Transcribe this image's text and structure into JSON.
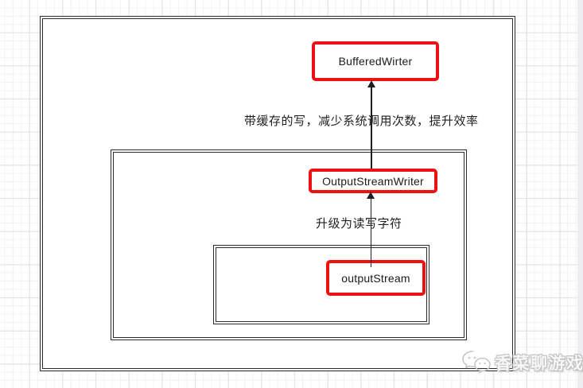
{
  "diagram": {
    "nodes": {
      "buffered_writer": {
        "label": "BufferedWirter"
      },
      "output_stream_writer": {
        "label": "OutputStreamWriter"
      },
      "output_stream": {
        "label": "outputStream"
      }
    },
    "annotations": {
      "buffered_note": {
        "text": "带缓存的写，减少系统调用次数，提升效率"
      },
      "upgrade_note": {
        "text": "升级为读写字符"
      }
    },
    "colors": {
      "node_border": "#ee1111",
      "container_border": "#2b2b2b",
      "connector": "#1f1f1f",
      "grid_minor": "#f2f2f5",
      "grid_major": "#e2e2e7"
    }
  },
  "watermark": {
    "label": "香菜聊游戏",
    "icon": "wechat-chat-bubbles-icon",
    "color": "#bfbfbf"
  }
}
